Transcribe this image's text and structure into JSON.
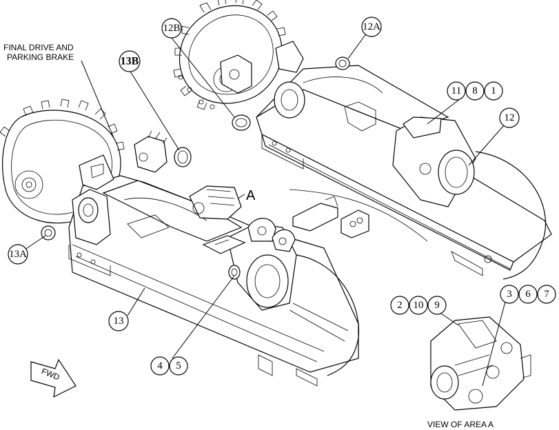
{
  "labels": {
    "final_drive_line1": "FINAL DRIVE AND",
    "final_drive_line2": "PARKING BRAKE",
    "area_a": "A",
    "view_of_area": "VIEW OF AREA A",
    "fwd": "FWD"
  },
  "callouts": {
    "c12b": "12B",
    "c12a": "12A",
    "c13b": "13B",
    "c13a": "13A",
    "c11": "11",
    "c8": "8",
    "c1": "1",
    "c12": "12",
    "c13": "13",
    "c4": "4",
    "c5": "5",
    "c2": "2",
    "c10": "10",
    "c9": "9",
    "c3": "3",
    "c6": "6",
    "c7": "7"
  }
}
